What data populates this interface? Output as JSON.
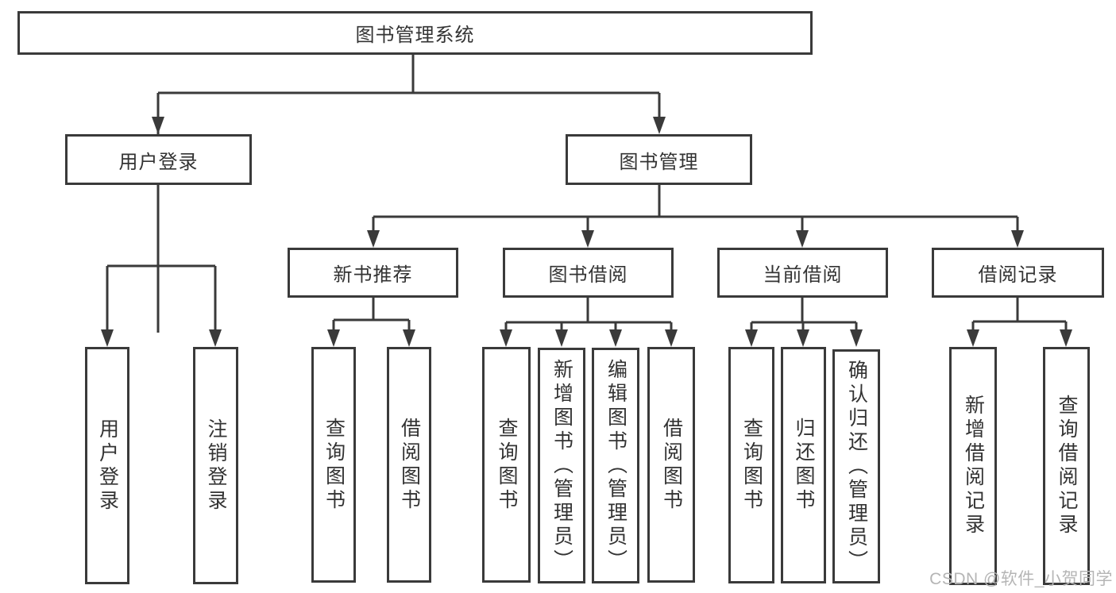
{
  "diagram": {
    "title": "图书管理系统",
    "branches": [
      {
        "label": "用户登录",
        "children": [
          {
            "label": "用户登录"
          },
          {
            "label": "注销登录"
          }
        ]
      },
      {
        "label": "图书管理",
        "children": [
          {
            "label": "新书推荐",
            "children": [
              {
                "label": "查询图书"
              },
              {
                "label": "借阅图书"
              }
            ]
          },
          {
            "label": "图书借阅",
            "children": [
              {
                "label": "查询图书"
              },
              {
                "label": "新增图书（管理员）"
              },
              {
                "label": "编辑图书（管理员）"
              },
              {
                "label": "借阅图书"
              }
            ]
          },
          {
            "label": "当前借阅",
            "children": [
              {
                "label": "查询图书"
              },
              {
                "label": "归还图书"
              },
              {
                "label": "确认归还（管理员）"
              }
            ]
          },
          {
            "label": "借阅记录",
            "children": [
              {
                "label": "新增借阅记录"
              },
              {
                "label": "查询借阅记录"
              }
            ]
          }
        ]
      }
    ]
  },
  "watermark": "CSDN @软件_小贺同学",
  "colors": {
    "line": "#3a3a3a",
    "text": "#333333",
    "watermark": "#b5b5b5",
    "bg": "#ffffff"
  }
}
